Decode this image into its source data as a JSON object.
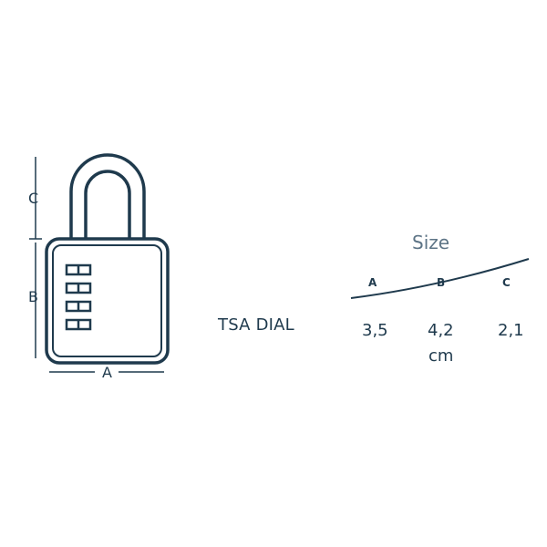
{
  "lock": {
    "dimension_labels": {
      "a": "A",
      "b": "B",
      "c": "C"
    },
    "dial_count": 4
  },
  "product": {
    "name": "TSA DIAL"
  },
  "size_table": {
    "title": "Size",
    "columns": [
      "A",
      "B",
      "C"
    ],
    "values": [
      "3,5",
      "4,2",
      "2,1"
    ],
    "unit": "cm"
  },
  "colors": {
    "outline": "#1f3a4d",
    "title": "#5d7486"
  }
}
